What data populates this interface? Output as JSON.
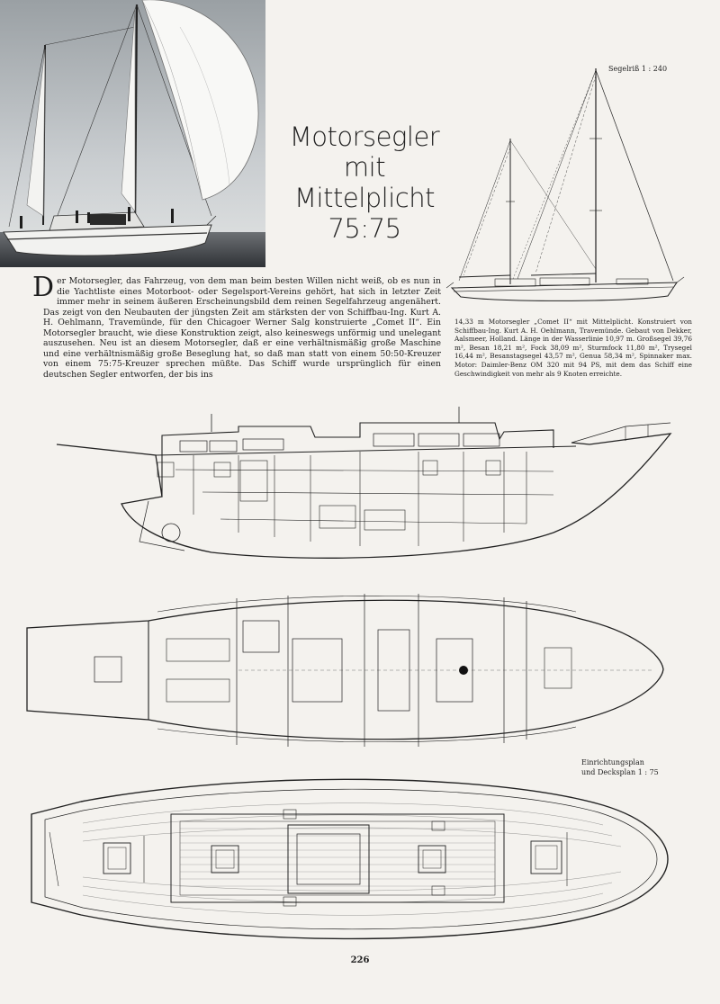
{
  "title": {
    "line1": "Motorsegler",
    "line2": "mit",
    "line3": "Mittelplicht",
    "line4": "75:75"
  },
  "sail_plan_label": "Segelriß 1 : 240",
  "article": {
    "drop_cap": "D",
    "text": "er Motorsegler, das Fahrzeug, von dem man beim besten Willen nicht weiß, ob es nun in die Yachtliste eines Motorboot- oder Segelsport-Vereins gehört, hat sich in letzter Zeit immer mehr in seinem äußeren Erscheinungsbild dem reinen Segelfahrzeug angenähert. Das zeigt von den Neubauten der jüngsten Zeit am stärksten der von Schiffbau-Ing. Kurt A. H. Oehlmann, Travemünde, für den Chicagoer Werner Salg konstruierte „Comet II“. Ein Motorsegler braucht, wie diese Konstruktion zeigt, also keineswegs unförmig und unelegant auszusehen. Neu ist an diesem Motorsegler, daß er eine verhältnismäßig große Maschine und eine verhältnismäßig große Beseglung hat, so daß man statt von einem 50:50-Kreuzer von einem 75:75-Kreuzer sprechen müßte. Das Schiff wurde ursprünglich für einen deutschen Segler entworfen, der bis ins"
  },
  "caption": "14,33 m Motorsegler „Comet II“ mit Mittelplicht. Konstruiert von Schiffbau-Ing. Kurt A. H. Oehlmann, Travemünde. Gebaut von Dekker, Aalsmeer, Holland. Länge in der Wasserlinie 10,97 m. Großsegel 39,76 m², Besan 18,21 m², Fock 38,09 m², Sturmfock 11,80 m², Trysegel 16,44 m², Besanstagsegel 43,57 m², Genua 58,34 m², Spinnaker max. Motor: Daimler-Benz OM 320 mit 94 PS, mit dem das Schiff eine Geschwindigkeit von mehr als 9 Knoten erreichte.",
  "deck_plan_label": {
    "line1": "Einrichtungsplan",
    "line2": "und Decksplan 1 : 75"
  },
  "page_number": "226"
}
